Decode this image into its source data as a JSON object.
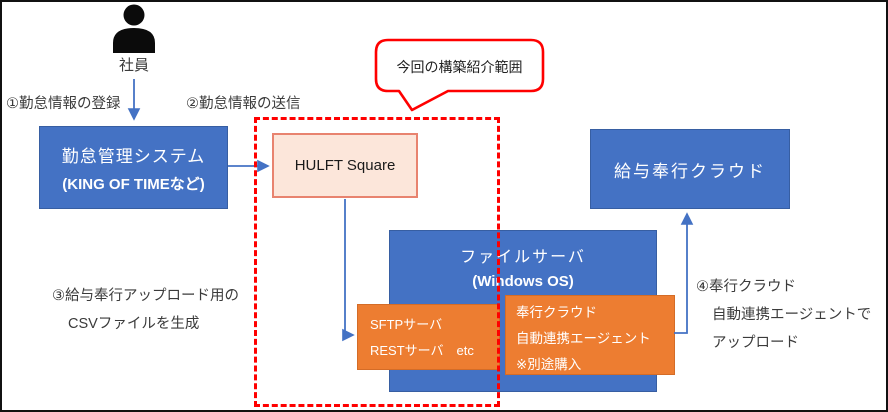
{
  "colors": {
    "box_blue": "#4472C4",
    "box_orange": "#ED7D31",
    "scope_red": "#FF0000",
    "hulft_fill": "#FCE6DA",
    "hulft_border": "#E8836F",
    "arrow_blue": "#4472C4",
    "text_dark": "#3b3b3b"
  },
  "actor": {
    "label": "社員",
    "icon": "person-icon"
  },
  "labels": {
    "step1": "①勤怠情報の登録",
    "step2": "②勤怠情報の送信",
    "step3": [
      "③給与奉行アップロード用の",
      "CSVファイルを生成"
    ],
    "step4": [
      "④奉行クラウド",
      "自動連携エージェントで",
      "アップロード"
    ]
  },
  "callout": {
    "label": "今回の構築紹介範囲"
  },
  "nodes": {
    "attendance_system": {
      "title": "勤怠管理システム",
      "subtitle": "(KING OF TIMEなど)"
    },
    "hulft_square": {
      "label": "HULFT Square"
    },
    "payroll_cloud": {
      "label": "給与奉行クラウド"
    },
    "file_server": {
      "title": "ファイルサーバ",
      "subtitle": "(Windows OS)"
    },
    "sftp_server": {
      "line1": "SFTPサーバ",
      "line2": "RESTサーバ　etc"
    },
    "cloud_agent": {
      "line1": "奉行クラウド",
      "line2": "自動連携エージェント",
      "line3": "※別途購入"
    }
  }
}
